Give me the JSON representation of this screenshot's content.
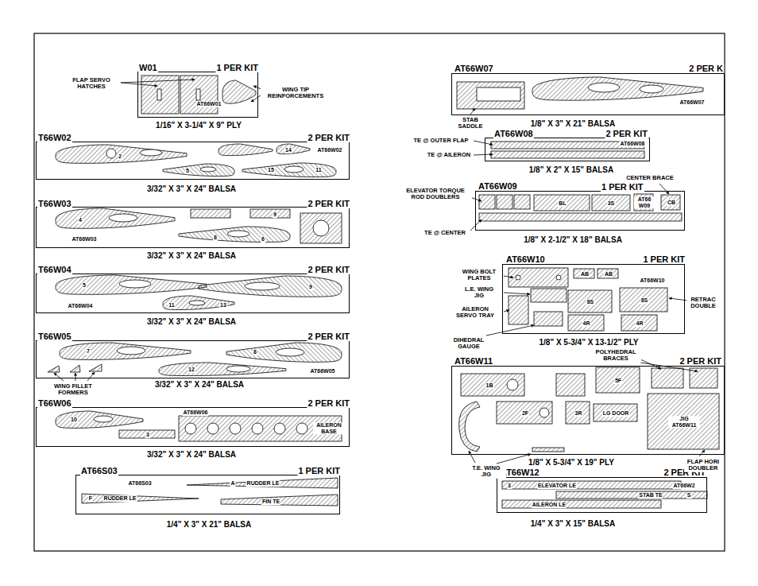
{
  "diagram": {
    "nodes": [
      {
        "text": [
          "W01",
          "1 PER KIT",
          "1/16\" X 3-1/4\" X 9\" PLY",
          "AT66W01"
        ]
      },
      {
        "text": [
          "T66W02",
          "2 PER KIT",
          "3/32\" X 3\" X 24\" BALSA",
          "2",
          "14",
          "AT66W02",
          "5",
          "15",
          "11"
        ]
      },
      {
        "text": [
          "T66W03",
          "2 PER KIT",
          "3/32\" X 3\" X 24\" BALSA",
          "4",
          "9",
          "8",
          "6",
          "AT66W03"
        ]
      },
      {
        "text": [
          "T66W04",
          "2 PER KIT",
          "3/32\" X 3\" X 24\" BALSA",
          "5",
          "11",
          "9",
          "13",
          "AT66W04"
        ]
      },
      {
        "text": [
          "T66W05",
          "2 PER KIT",
          "3/32\" X 3\" X 24\" BALSA",
          "7",
          "8",
          "12",
          "AT66W05"
        ]
      },
      {
        "text": [
          "T66W06",
          "2 PER KIT",
          "3/32\" X 3\" X 24\" BALSA",
          "10",
          "AT66W06",
          "3",
          "AILERON BASE"
        ]
      },
      {
        "text": [
          "AT66S03",
          "1 PER KIT",
          "1/4\" X 3\" X 21\" BALSA",
          "AT66S03",
          "A",
          "RUDDER LE",
          "F",
          "RUDDER LE",
          "FIN TE"
        ]
      },
      {
        "text": [
          "AT66W07",
          "2 PER K",
          "1/8\" X 3\" X 21\" BALSA",
          "AT66W07"
        ]
      },
      {
        "text": [
          "AT66W08",
          "2 PER KIT",
          "1/8\" X 2\" X 15\" BALSA",
          "AT66W08"
        ]
      },
      {
        "text": [
          "AT66W09",
          "1 PER KIT",
          "1/8\" X 2-1/2\" X 18\" BALSA",
          "BL",
          "3S",
          "AT66 W09",
          "CB"
        ]
      },
      {
        "text": [
          "AT66W10",
          "1 PER KIT",
          "1/8\" X 5-3/4\" X 13-1/2\" PLY",
          "AB",
          "AB",
          "AT66W10",
          "8S",
          "8S",
          "4R",
          "4R"
        ]
      },
      {
        "text": [
          "AT66W11",
          "2 PER KIT",
          "1/8\" X 5-3/4\" X 19\" PLY",
          "1B",
          "5F",
          "2F",
          "3R",
          "LG DOOR",
          "JIG AT66W11"
        ]
      },
      {
        "text": [
          "AT66W12",
          "2 PER KIT",
          "1/4\" X 3\" X 15\" BALSA",
          "3",
          "ELEVATOR LE",
          "AT66W2",
          "STAB TE",
          "S",
          "AILERON LE"
        ]
      }
    ],
    "labels": [
      "FLAP SERVO HATCHES",
      "WING TIP REINFORCEMENTS",
      "WING FILLET FORMERS",
      "STAB SADDLE",
      "TE @ OUTER FLAP",
      "TE @ AILERON",
      "ELEVATOR TORQUE ROD DOUBLERS",
      "CENTER BRACE",
      "TE @ CENTER",
      "WING BOLT PLATES",
      "L.E. WING JIG",
      "AILERON SERVO TRAY",
      "RETRAC DOUBLE",
      "DIHEDRAL GAUGE",
      "POLYHEDRAL BRACES",
      "T.E. WING JIG",
      "FLAP HORI DOUBLER"
    ]
  }
}
